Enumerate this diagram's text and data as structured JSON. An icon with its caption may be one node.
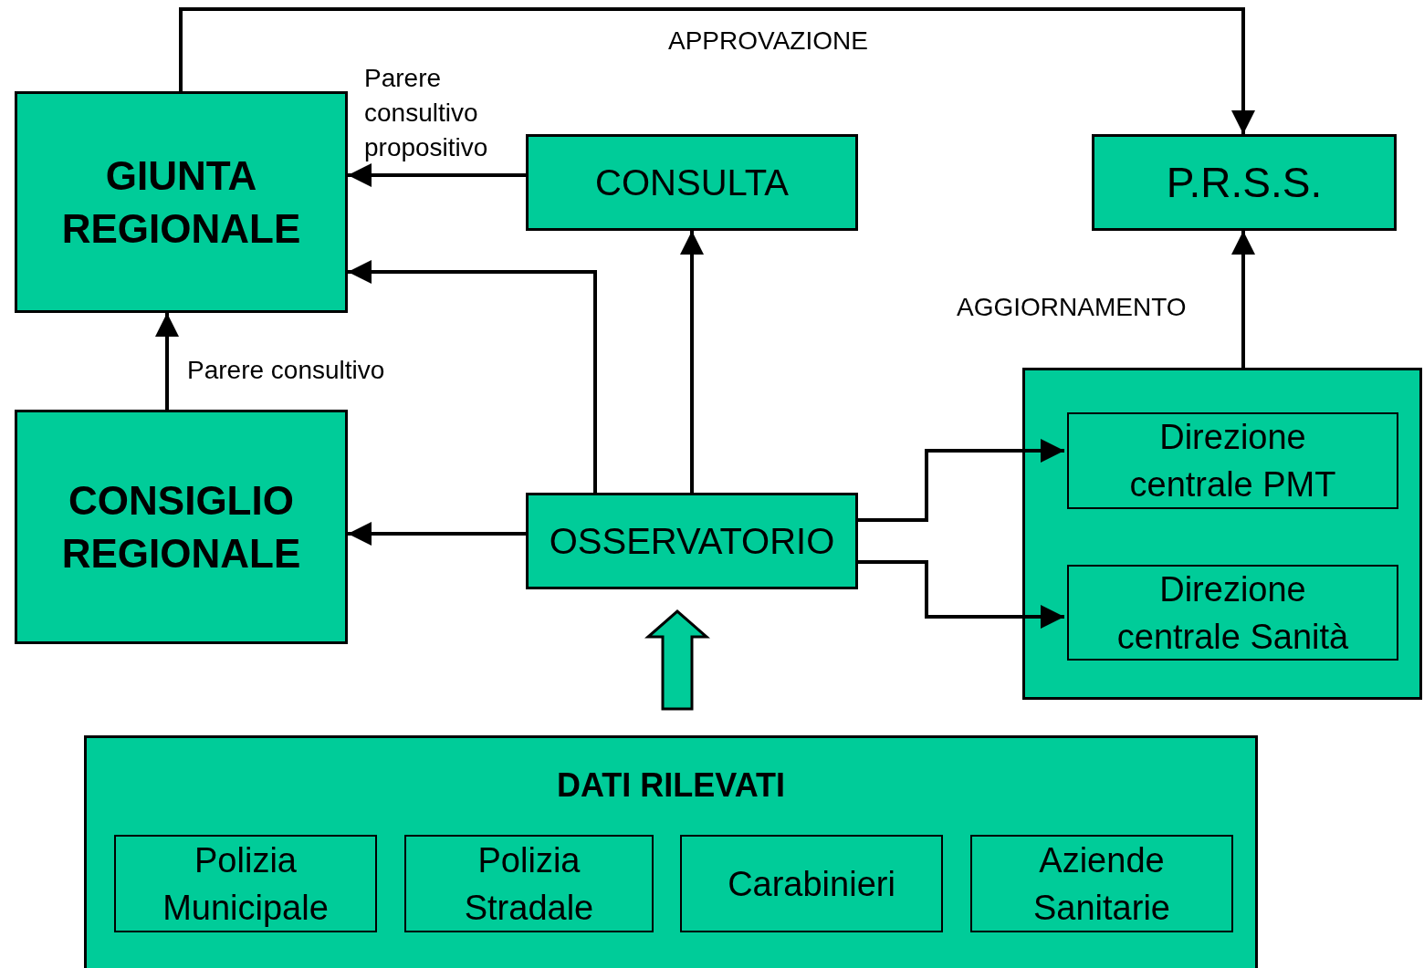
{
  "diagram": {
    "nodes": [
      {
        "text": [
          "GIUNTA REGIONALE"
        ]
      },
      {
        "text": [
          "CONSULTA"
        ]
      },
      {
        "text": [
          "P.R.S.S."
        ]
      },
      {
        "text": [
          "CONSIGLIO REGIONALE"
        ]
      },
      {
        "text": [
          "OSSERVATORIO"
        ]
      },
      {
        "text": [],
        "shape": "box"
      },
      {
        "text": [
          "Direzione centrale PMT"
        ],
        "in": 5
      },
      {
        "text": [
          "Direzione centrale Sanità"
        ],
        "in": 5
      },
      {
        "text": [
          "DATI RILEVATI"
        ]
      },
      {
        "text": [
          "Polizia Municipale"
        ],
        "in": 8
      },
      {
        "text": [
          "Polizia Stradale"
        ],
        "in": 8
      },
      {
        "text": [
          "Carabinieri"
        ],
        "in": 8
      },
      {
        "text": [
          "Aziende Sanitarie"
        ],
        "in": 8
      }
    ],
    "edges": [
      {
        "from": 0,
        "to": 2,
        "arrow": "to",
        "label": "APPROVAZIONE"
      },
      {
        "from": 1,
        "to": 0,
        "arrow": "to",
        "label": "Parere consultivo propositivo"
      },
      {
        "from": 4,
        "to": 0,
        "arrow": "to"
      },
      {
        "from": 4,
        "to": 1,
        "arrow": "to"
      },
      {
        "from": 3,
        "to": 0,
        "arrow": "to",
        "label": "Parere consultivo"
      },
      {
        "from": 4,
        "to": 3,
        "arrow": "to"
      },
      {
        "from": 4,
        "to": 6,
        "arrow": "to"
      },
      {
        "from": 4,
        "to": 7,
        "arrow": "to"
      },
      {
        "from": 5,
        "to": 2,
        "arrow": "to",
        "label": "AGGIORNAMENTO"
      },
      {
        "from": 8,
        "to": 4,
        "arrow": "to",
        "style": "thick"
      }
    ]
  }
}
